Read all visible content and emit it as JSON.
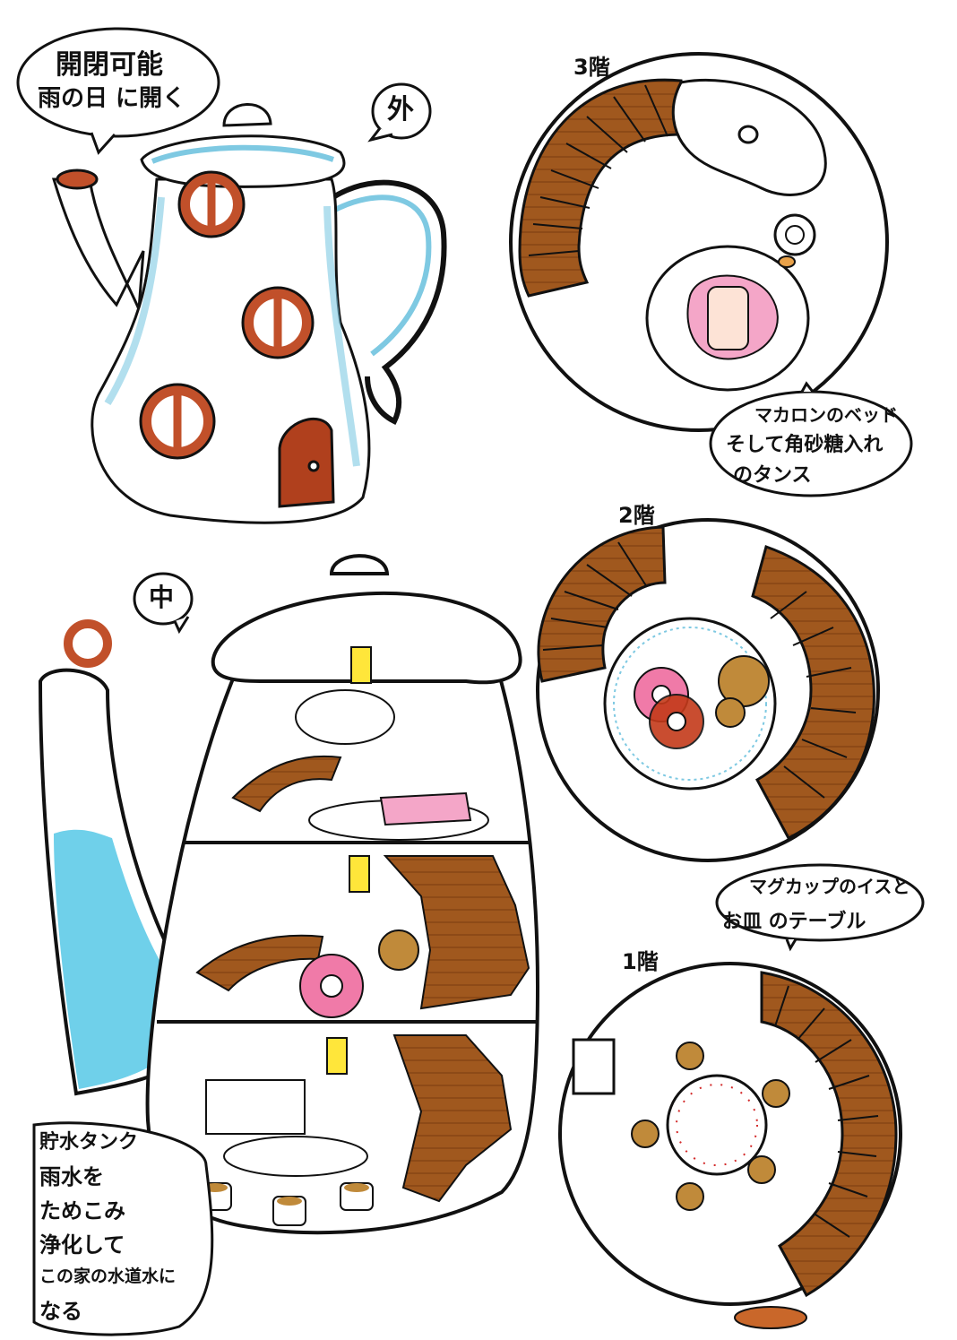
{
  "outside_view": {
    "badge": "外",
    "callout_line1": "開閉可能",
    "callout_line2": "雨の日 に開く"
  },
  "inside_view": {
    "badge": "中",
    "tank_note_lines": [
      "貯水タンク",
      "雨水を",
      "ためこみ",
      "浄化して",
      "この家の水道水に",
      "なる"
    ]
  },
  "floor3": {
    "title": "3階",
    "note_lines": [
      "マカロンのベッド",
      "そして角砂糖入れ",
      "のタンス"
    ]
  },
  "floor2": {
    "title": "2階"
  },
  "floor1": {
    "title": "1階",
    "note_lines": [
      "マグカップのイスと",
      "お皿 のテーブル"
    ]
  },
  "colors": {
    "brick": "#c1502a",
    "wood": "#a0581e",
    "ink": "#111111",
    "water": "#6fd0ea",
    "pink": "#f4a6c8",
    "lamp": "#ffe63a"
  }
}
